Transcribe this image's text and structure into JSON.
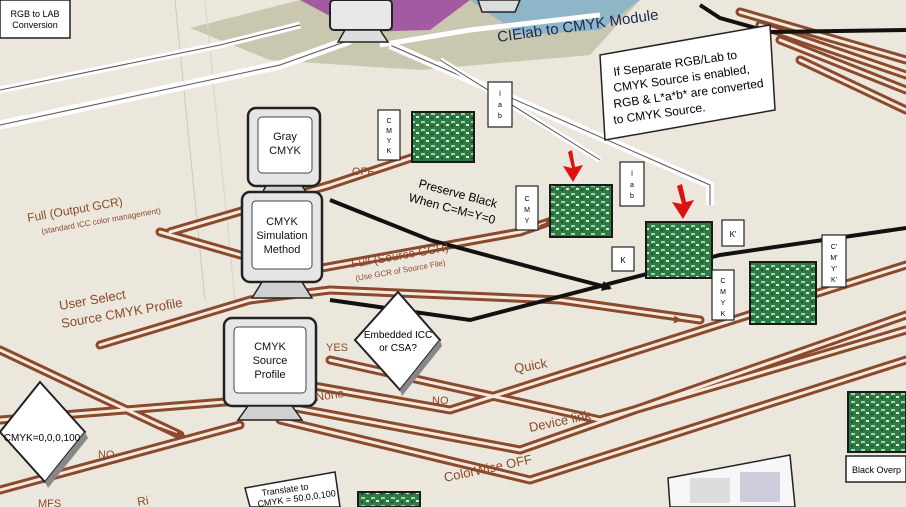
{
  "header": {
    "rgb_lab_conversion": [
      "RGB to LAB",
      "Conversion"
    ],
    "cielab_module": "CIElab to CMYK Module"
  },
  "callout": {
    "lines": [
      "If Separate RGB/Lab to",
      "CMYK Source is enabled,",
      "RGB & L*a*b* are converted",
      "to CMYK Source."
    ]
  },
  "monitors": {
    "gray_cmyk": [
      "Gray",
      "CMYK"
    ],
    "simulation": [
      "CMYK",
      "Simulation",
      "Method"
    ],
    "source_profile": [
      "CMYK",
      "Source",
      "Profile"
    ]
  },
  "decisions": {
    "embedded": [
      "Embedded ICC",
      "or CSA?"
    ],
    "cmyk_zero": "CMYK=0,0,0,100"
  },
  "paths": {
    "off": "OFF",
    "preserve_black": [
      "Preserve Black",
      "When C=M=Y=0"
    ],
    "full_output_gcr": "Full (Output GCR)",
    "standard_icc": "(standard ICC color management)",
    "full_source_gcr": "Full (Source GCR)",
    "use_gcr_source": "(Use GCR of Source File)",
    "user_select": [
      "User Select",
      "Source CMYK Profile"
    ],
    "yes": "YES",
    "none": "None",
    "no_embedded": "NO",
    "no_left": "NO",
    "quick": "Quick",
    "device_link": "Device link",
    "colorwise_off": "ColorWise OFF",
    "cut_left": "Ri",
    "cut_bottom": "MFS"
  },
  "tags": {
    "cmyk": [
      "C",
      "M",
      "Y",
      "K"
    ],
    "lab": [
      "l",
      "a",
      "b"
    ],
    "cmy": [
      "C",
      "M",
      "Y"
    ],
    "k": "K",
    "k_prime": "K'",
    "cmyk_prime": [
      "C'",
      "M'",
      "Y'",
      "K'"
    ]
  },
  "boxes": {
    "translate": [
      "Translate to",
      "CMYK = 50,0,0,100"
    ],
    "black_overprint": "Black Overp"
  },
  "colors": {
    "path": "#8b4a2b",
    "path_light": "#f3e9df",
    "board": "#2e7a45",
    "arrow": "#e01010",
    "background": "#efebe3"
  }
}
